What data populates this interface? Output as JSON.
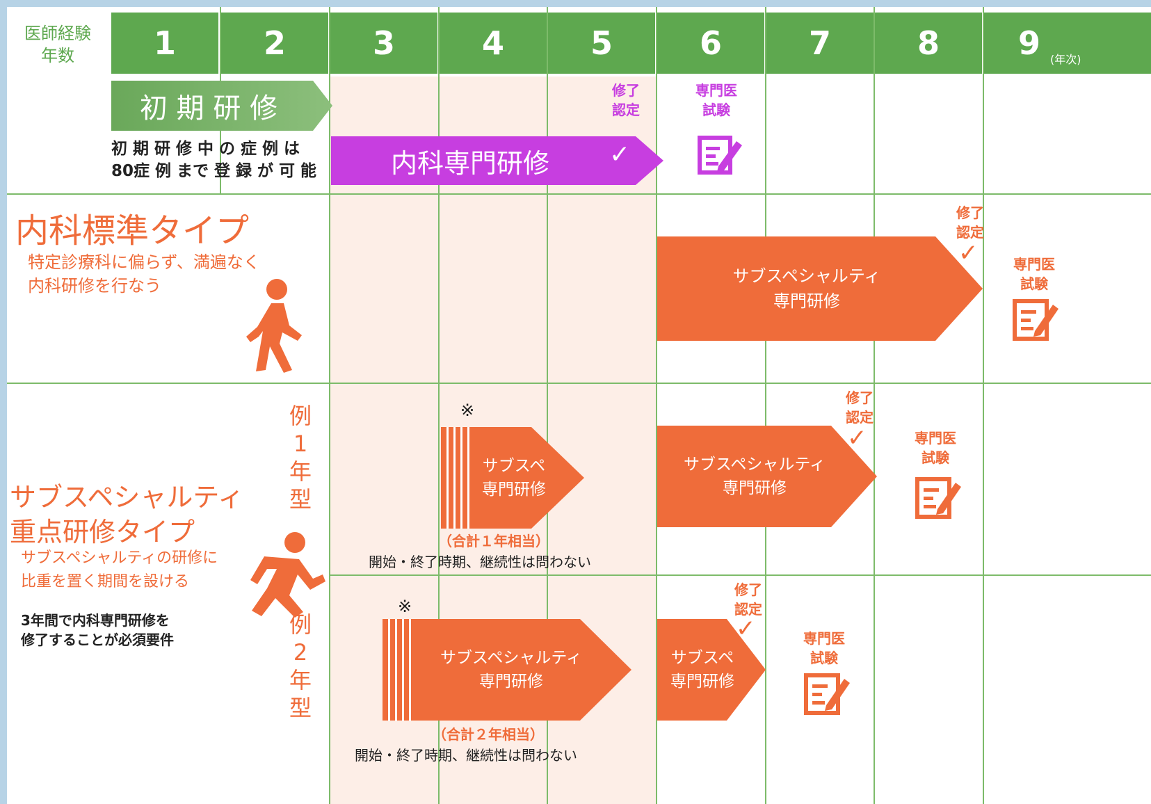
{
  "header": {
    "row_label": "医師経験\n年数",
    "years": [
      "1",
      "2",
      "3",
      "4",
      "5",
      "6",
      "7",
      "8",
      "9"
    ],
    "unit": "(年次)"
  },
  "top_row": {
    "initial_training": "初 期 研 修",
    "note_line1": "初 期 研 修 中 の 症 例 は",
    "note_line2": "80症 例 まで 登 録 が 可 能",
    "internal_medicine": "内科専門研修",
    "check": "✓",
    "completion": "修了\n認定",
    "exam": "専門医\n試験"
  },
  "standard": {
    "title": "内科標準タイプ",
    "desc_line1": "特定診療科に偏らず、満遍なく",
    "desc_line2": "内科研修を行なう",
    "subspecialty": "サブスペシャルティ\n専門研修",
    "completion": "修了\n認定",
    "exam": "専門医\n試験"
  },
  "focused": {
    "title_line1": "サブスペシャルティ",
    "title_line2": "重点研修タイプ",
    "desc_line1": "サブスペシャルティの研修に",
    "desc_line2": "比重を置く期間を設ける",
    "req_line1": "3年間で内科専門研修を",
    "req_line2": "修了することが必須要件",
    "example1_label": "例\n1\n年\n型",
    "example2_label": "例\n2\n年\n型",
    "ex1": {
      "mark": "※",
      "short_block": "サブスペ\n専門研修",
      "total": "（合計１年相当）",
      "note": "開始・終了時期、継続性は問わない",
      "long_block": "サブスペシャルティ\n専門研修",
      "completion": "修了\n認定",
      "exam": "専門医\n試験"
    },
    "ex2": {
      "mark": "※",
      "long_block": "サブスペシャルティ\n専門研修",
      "total": "（合計２年相当）",
      "note": "開始・終了時期、継続性は問わない",
      "short_block": "サブスペ\n専門研修",
      "completion": "修了\n認定",
      "exam": "専門医\n試験"
    }
  },
  "colors": {
    "green": "#5ea84f",
    "orange": "#ef6c3a",
    "magenta": "#c73ee0",
    "pink_bg": "#fdeee7"
  }
}
